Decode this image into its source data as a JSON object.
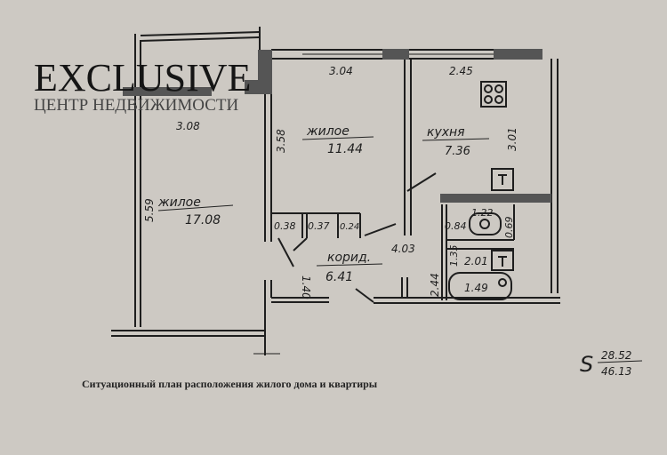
{
  "watermark": {
    "brand": "EXCLUSIVE",
    "subtitle": "ЦЕНТР НЕДВИЖИМОСТИ"
  },
  "rooms": {
    "living_large": {
      "label": "жилое",
      "area": "17.08",
      "width": "3.08",
      "length": "5.59"
    },
    "living_small": {
      "label": "жилое",
      "area": "11.44",
      "width": "3.04",
      "length": "3.58"
    },
    "kitchen": {
      "label": "кухня",
      "area": "7.36",
      "width": "2.45",
      "length": "3.01"
    },
    "corridor": {
      "label": "корид.",
      "area": "6.41",
      "length": "4.03",
      "width": "1.40",
      "side": "2.44"
    },
    "closets": [
      "0.38",
      "0.37",
      "0.24"
    ],
    "wc": {
      "area": "0.84",
      "width": "1.22",
      "length": "0.69"
    },
    "bathroom": {
      "area": "2.01",
      "width": "1.35",
      "tub": "1.49"
    }
  },
  "caption": "Ситуационный план расположения жилого дома и квартиры",
  "total": {
    "prefix": "S",
    "living": "28.52",
    "total": "46.13"
  }
}
